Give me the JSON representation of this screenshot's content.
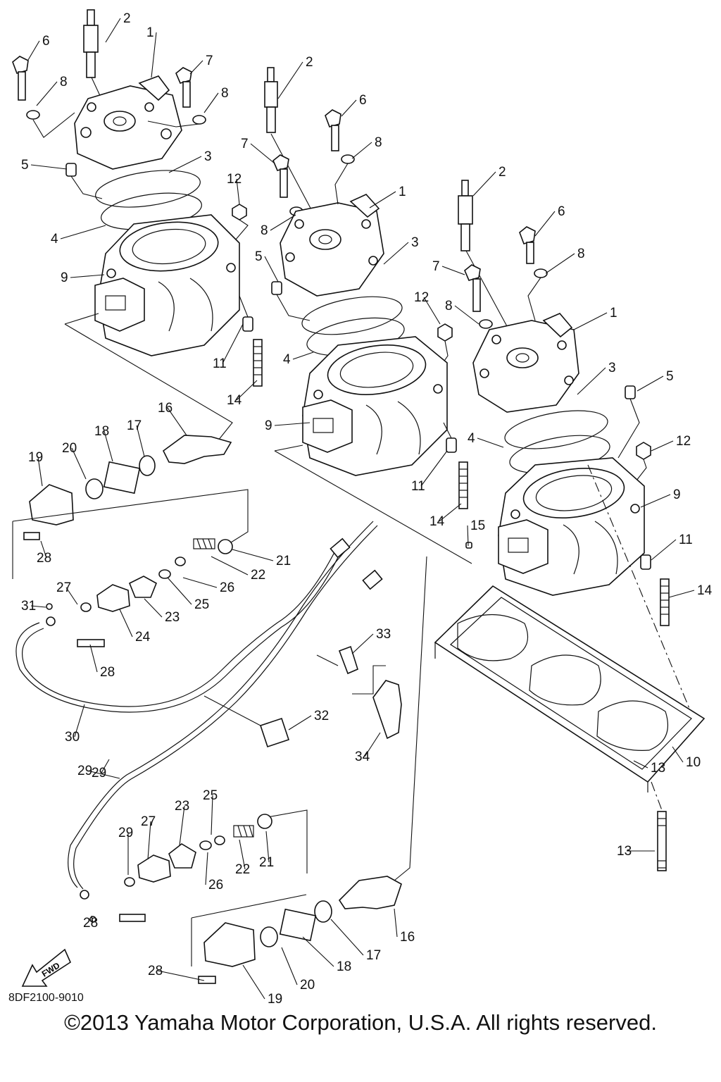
{
  "callout_numbers": [
    "1",
    "2",
    "3",
    "4",
    "5",
    "6",
    "7",
    "8",
    "9",
    "10",
    "11",
    "12",
    "13",
    "14",
    "15",
    "16",
    "17",
    "18",
    "19",
    "20",
    "21",
    "22",
    "23",
    "24",
    "25",
    "26",
    "27",
    "28",
    "29",
    "30",
    "31",
    "32",
    "33",
    "34"
  ],
  "direction_badge": "FWD",
  "diagram_code": "8DF2100-9010",
  "copyright": "©2013 Yamaha Motor Corporation, U.S.A. All rights reserved."
}
